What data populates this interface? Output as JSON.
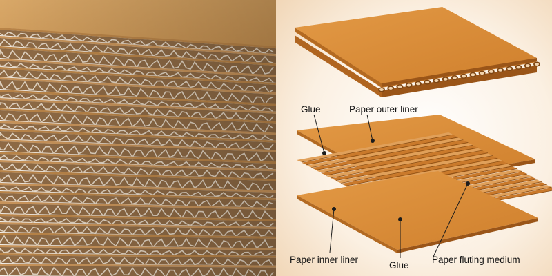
{
  "labels": {
    "glue_top": "Glue",
    "outer_liner": "Paper outer liner",
    "inner_liner": "Paper inner liner",
    "glue_bottom": "Glue",
    "fluting_medium": "Paper fluting medium"
  }
}
